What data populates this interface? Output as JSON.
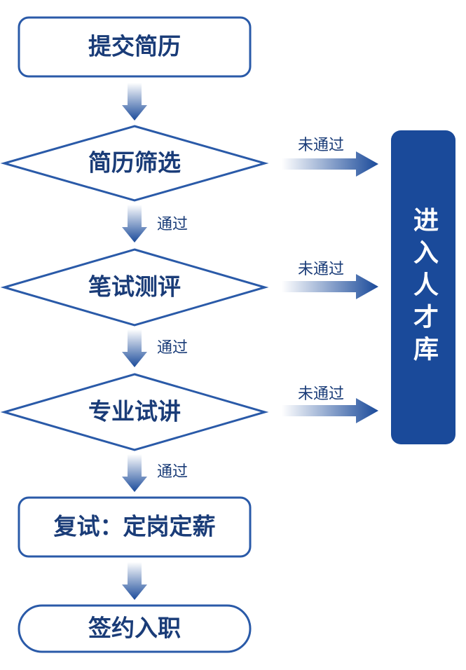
{
  "nodes": {
    "submit_resume": "提交简历",
    "resume_screening": "简历筛选",
    "written_test": "笔试测评",
    "trial_lecture": "专业试讲",
    "second_interview": "复试：定岗定薪",
    "sign_onboard": "签约入职"
  },
  "talent_pool": "进入人才库",
  "edges": {
    "pass_label": "通过",
    "fail_label": "未通过"
  },
  "colors": {
    "primary": "#1a4a9a",
    "text": "#1a3c78",
    "stroke": "#2a5aa8"
  }
}
